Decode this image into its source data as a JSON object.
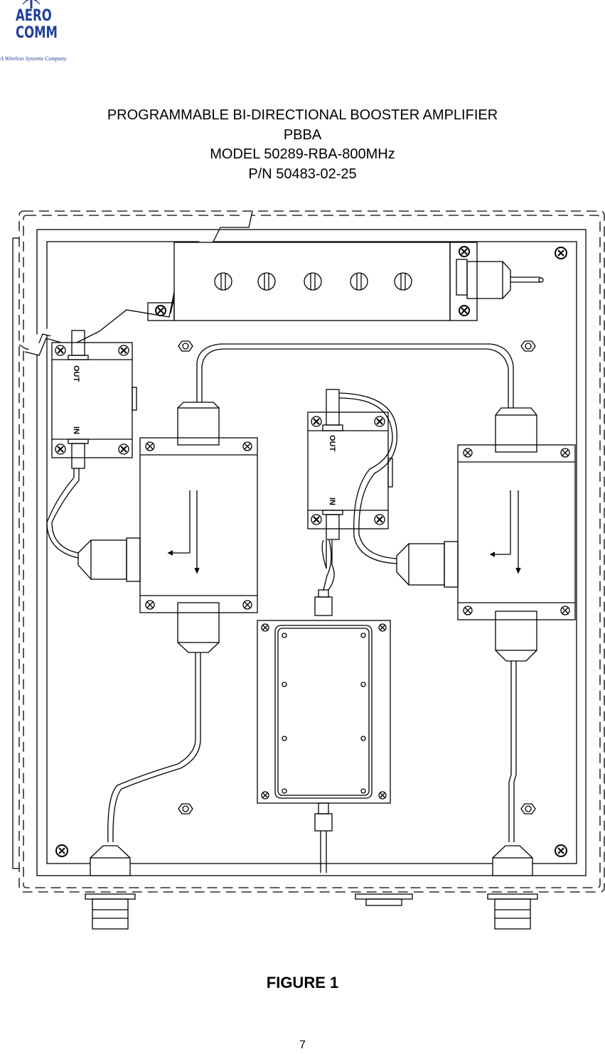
{
  "logo": {
    "line1": "AERO",
    "line2": "COMM",
    "tagline": "A Wireless Systems Company"
  },
  "title": {
    "line1": "PROGRAMMABLE BI-DIRECTIONAL BOOSTER AMPLIFIER",
    "line2": "PBBA",
    "line3": "MODEL 50289-RBA-800MHz",
    "line4": "P/N 50483-02-25"
  },
  "diagram": {
    "labels": {
      "out": "OUT",
      "in": "IN"
    }
  },
  "figure_caption": "FIGURE 1",
  "page_number": "7",
  "colors": {
    "logo": "#1e3f9a",
    "line": "#000000"
  }
}
